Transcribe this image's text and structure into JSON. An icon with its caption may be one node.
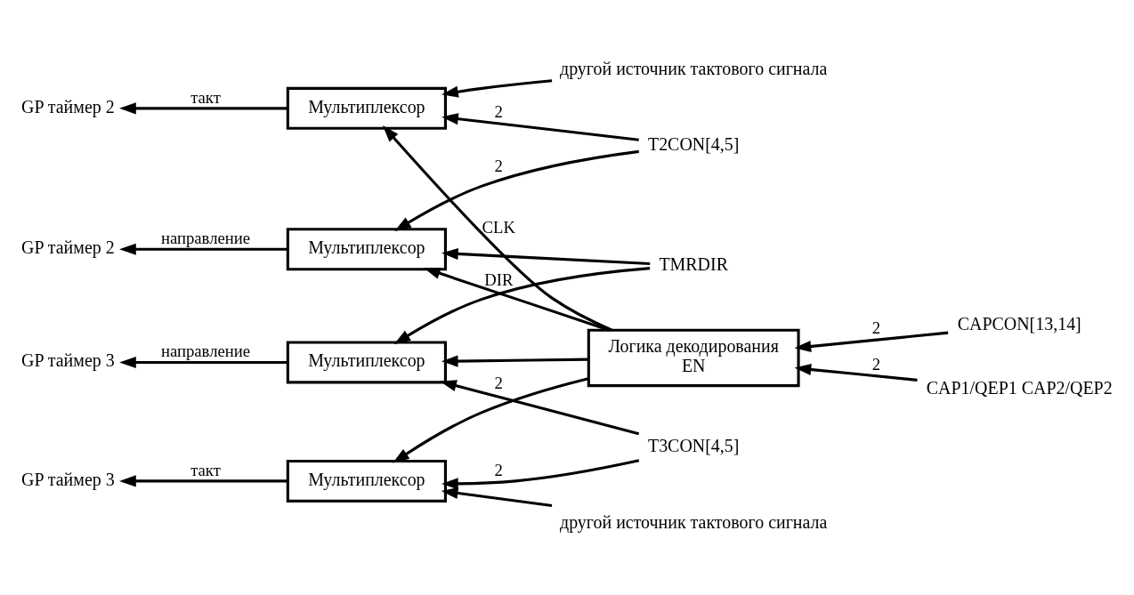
{
  "diagram": {
    "nodes": [
      {
        "text": [
          "Мультиплексор"
        ]
      },
      {
        "text": [
          "Мультиплексор"
        ]
      },
      {
        "text": [
          "Мультиплексор"
        ]
      },
      {
        "text": [
          "Мультиплексор"
        ]
      },
      {
        "text": [
          "Логика декодирования",
          "EN"
        ]
      },
      {
        "text": [
          "GP таймер 2"
        ]
      },
      {
        "text": [
          "другой источник тактового сигнала"
        ]
      },
      {
        "text": [
          "T2CON[4,5]"
        ]
      },
      {
        "text": [
          "GP таймер 2"
        ]
      },
      {
        "text": [
          "TMRDIR"
        ]
      },
      {
        "text": [
          "GP таймер 3"
        ]
      },
      {
        "text": [
          "T3CON[4,5]"
        ]
      },
      {
        "text": [
          "GP таймер 3"
        ]
      },
      {
        "text": [
          "другой источник тактового сигнала"
        ]
      },
      {
        "text": [
          "CAPCON[13,14]"
        ]
      },
      {
        "text": [
          "CAP1/QEP1 CAP2/QEP2"
        ]
      }
    ],
    "edges": [
      {
        "from": 0,
        "to": 5,
        "arrow": "to",
        "label": "такт"
      },
      {
        "from": 6,
        "to": 0,
        "arrow": "to"
      },
      {
        "from": 4,
        "to": 0,
        "arrow": "to",
        "label": "CLK"
      },
      {
        "from": 7,
        "to": 0,
        "arrow": "to",
        "label": "2"
      },
      {
        "from": 7,
        "to": 1,
        "arrow": "to",
        "label": "2"
      },
      {
        "from": 1,
        "to": 8,
        "arrow": "to",
        "label": "направление"
      },
      {
        "from": 9,
        "to": 1,
        "arrow": "to"
      },
      {
        "from": 9,
        "to": 2,
        "arrow": "to"
      },
      {
        "from": 4,
        "to": 1,
        "arrow": "to",
        "label": "DIR"
      },
      {
        "from": 4,
        "to": 2,
        "arrow": "to"
      },
      {
        "from": 2,
        "to": 10,
        "arrow": "to",
        "label": "направление"
      },
      {
        "from": 11,
        "to": 2,
        "arrow": "to",
        "label": "2"
      },
      {
        "from": 11,
        "to": 3,
        "arrow": "to",
        "label": "2"
      },
      {
        "from": 3,
        "to": 12,
        "arrow": "to",
        "label": "такт"
      },
      {
        "from": 4,
        "to": 3,
        "arrow": "to"
      },
      {
        "from": 13,
        "to": 3,
        "arrow": "to"
      },
      {
        "from": 14,
        "to": 4,
        "arrow": "to",
        "label": "2"
      },
      {
        "from": 15,
        "to": 4,
        "arrow": "to",
        "label": "2"
      }
    ]
  }
}
